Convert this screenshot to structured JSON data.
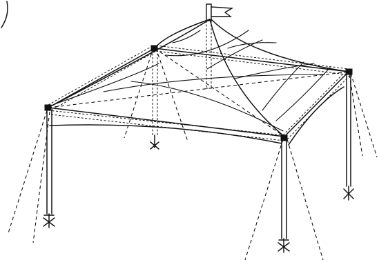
{
  "figure": {
    "subject": "canopy-tent-line-drawing",
    "background": "#ffffff",
    "ink": "#111111",
    "legs": 4,
    "guy_lines": "dashed",
    "text_labels": []
  }
}
